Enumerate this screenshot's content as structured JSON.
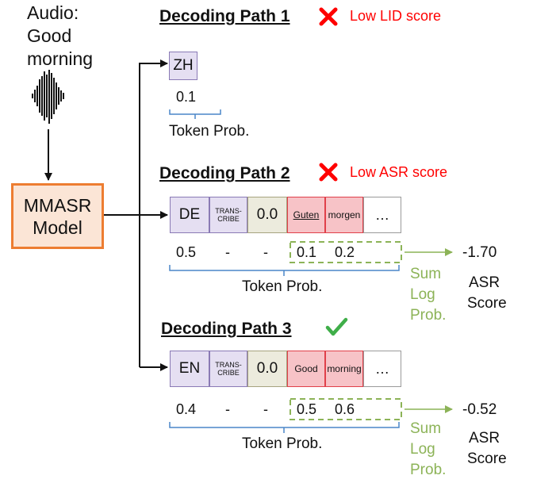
{
  "audio": {
    "label_line1": "Audio:",
    "label_line2": "Good",
    "label_line3": "morning"
  },
  "model": {
    "line1": "MMASR",
    "line2": "Model"
  },
  "token_prob_label": "Token Prob.",
  "path1": {
    "title": "Decoding Path 1",
    "status": "Low LID score",
    "status_icon": "red-cross",
    "tokens": [
      "ZH"
    ],
    "probs": [
      "0.1"
    ]
  },
  "path2": {
    "title": "Decoding Path 2",
    "status": "Low ASR score",
    "status_icon": "red-cross",
    "tokens": {
      "lid": "DE",
      "task_l1": "TRANS-",
      "task_l2": "CRIBE",
      "ts": "0.0",
      "w1": "Guten",
      "w2": "morgen",
      "ellipsis": "…"
    },
    "probs": {
      "lid": "0.5",
      "task": "-",
      "ts": "-",
      "w1": "0.1",
      "w2": "0.2"
    },
    "sum_label": {
      "l1": "Sum",
      "l2": "Log",
      "l3": "Prob."
    },
    "score": "-1.70",
    "score_label": {
      "l1": "ASR",
      "l2": "Score"
    }
  },
  "path3": {
    "title": "Decoding Path 3",
    "status_icon": "green-check",
    "tokens": {
      "lid": "EN",
      "task_l1": "TRANS-",
      "task_l2": "CRIBE",
      "ts": "0.0",
      "w1": "Good",
      "w2": "morning",
      "ellipsis": "…"
    },
    "probs": {
      "lid": "0.4",
      "task": "-",
      "ts": "-",
      "w1": "0.5",
      "w2": "0.6"
    },
    "sum_label": {
      "l1": "Sum",
      "l2": "Log",
      "l3": "Prob."
    },
    "score": "-0.52",
    "score_label": {
      "l1": "ASR",
      "l2": "Score"
    }
  },
  "colors": {
    "model_fill": "#fbe5d6",
    "model_border": "#ed7d31",
    "lid_fill": "#e5dff2",
    "word_fill": "#f7c3c7",
    "word_border": "#e0404a",
    "timestamp_fill": "#ecebdd",
    "bracket": "#4a86c8",
    "sum_green": "#8cb357",
    "fail_red": "#ff0000",
    "pass_green": "#3fae49"
  }
}
